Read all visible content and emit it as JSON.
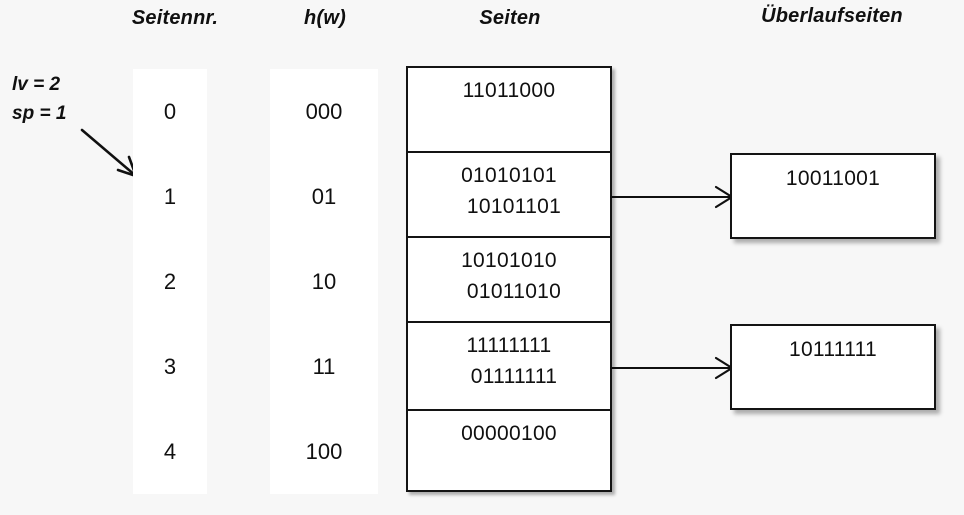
{
  "headers": {
    "seitennr": "Seitennr.",
    "hw": "h(w)",
    "seiten": "Seiten",
    "ueberlaufseiten": "Überlaufseiten"
  },
  "params": {
    "lv": "lv = 2",
    "sp": "sp = 1"
  },
  "colors": {
    "background": "#f7f7f7",
    "box_fill": "#ffffff",
    "stroke": "#141414",
    "text": "#101010"
  },
  "icons": {
    "pointer_arrow": "diagonal-arrow-icon",
    "link_arrow": "right-arrow-icon"
  },
  "page_numbers": [
    "0",
    "1",
    "2",
    "3",
    "4"
  ],
  "hash_values": [
    "000",
    "01",
    "10",
    "11",
    "100"
  ],
  "pages": [
    {
      "number": "0",
      "hash": "000",
      "records": [
        "11011000"
      ]
    },
    {
      "number": "1",
      "hash": "01",
      "records": [
        "01010101",
        "10101101"
      ]
    },
    {
      "number": "2",
      "hash": "10",
      "records": [
        "10101010",
        "01011010"
      ]
    },
    {
      "number": "3",
      "hash": "11",
      "records": [
        "11111111",
        "01111111"
      ]
    },
    {
      "number": "4",
      "hash": "100",
      "records": [
        "00000100"
      ]
    }
  ],
  "overflow_pages": [
    {
      "from_page": "1",
      "records": [
        "10011001"
      ]
    },
    {
      "from_page": "3",
      "records": [
        "10111111"
      ]
    }
  ]
}
